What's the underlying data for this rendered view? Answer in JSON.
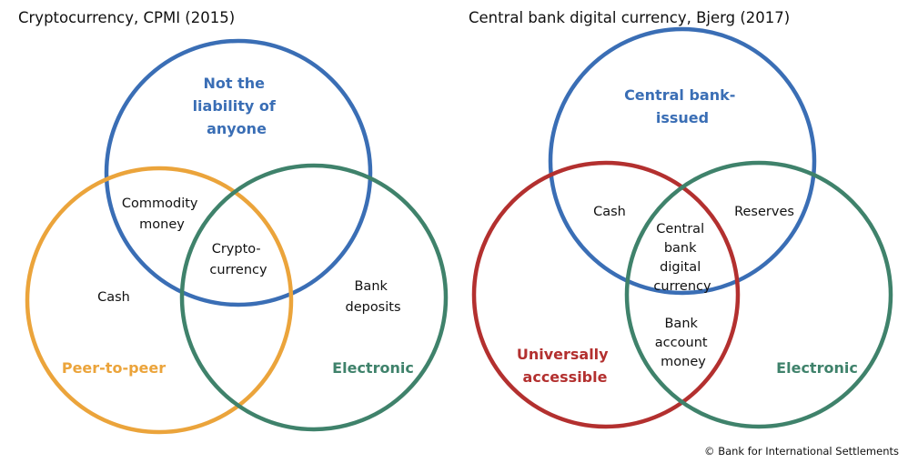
{
  "colors": {
    "blue": "#3A6EB5",
    "orange": "#EBA43B",
    "green": "#3F826B",
    "red": "#B3302F"
  },
  "left_diagram": {
    "title": "Cryptocurrency, CPMI (2015)",
    "sets": {
      "top": [
        "Not the",
        "liability of",
        "anyone"
      ],
      "left": [
        "Peer-to-peer"
      ],
      "right": [
        "Electronic"
      ]
    },
    "regions": {
      "top_left": [
        "Commodity",
        "money"
      ],
      "center": [
        "Crypto-",
        "currency"
      ],
      "left_only": [
        "Cash"
      ],
      "right_only": [
        "Bank",
        "deposits"
      ]
    }
  },
  "right_diagram": {
    "title": "Central bank digital currency, Bjerg (2017)",
    "sets": {
      "top": [
        "Central bank-",
        "issued"
      ],
      "left": [
        "Universally",
        "accessible"
      ],
      "right": [
        "Electronic"
      ]
    },
    "regions": {
      "top_left": [
        "Cash"
      ],
      "top_right": [
        "Reserves"
      ],
      "center": [
        "Central",
        "bank",
        "digital",
        "currency"
      ],
      "left_right": [
        "Bank",
        "account",
        "money"
      ]
    }
  },
  "footer": {
    "credit": "© Bank for International Settlements"
  }
}
